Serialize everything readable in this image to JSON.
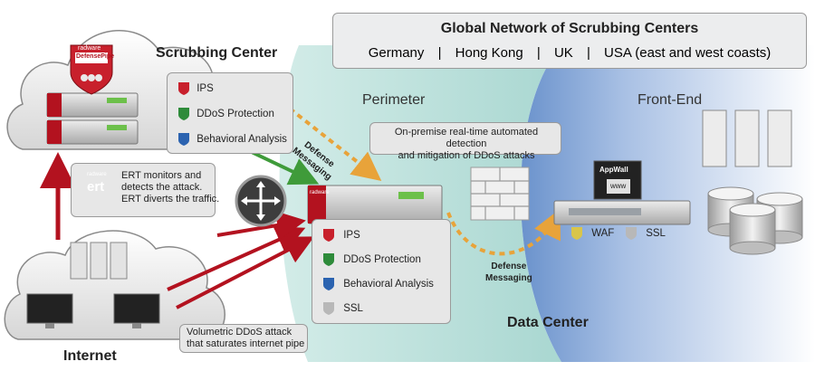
{
  "header": {
    "title": "Global Network of Scrubbing Centers",
    "locations": [
      "Germany",
      "|",
      "Hong Kong",
      "|",
      "UK",
      "|",
      "USA (east and west coasts)"
    ]
  },
  "scrubbing_center": {
    "title": "Scrubbing Center",
    "logo_top": "radware",
    "logo_product": "DefensePipe",
    "legend": [
      "IPS",
      "DDoS Protection",
      "Behavioral Analysis"
    ]
  },
  "ert": {
    "logo": "ert",
    "logo_brand": "radware",
    "note": [
      "ERT monitors and",
      "detects the attack.",
      "ERT diverts the traffic."
    ]
  },
  "internet": {
    "title": "Internet"
  },
  "volumetric": {
    "note": [
      "Volumetric DDoS attack",
      "that saturates internet pipe"
    ]
  },
  "perimeter": {
    "title": "Perimeter",
    "device_brand": "radware",
    "legend": [
      "IPS",
      "DDoS Protection",
      "Behavioral Analysis",
      "SSL"
    ]
  },
  "on_premise": {
    "note": [
      "On-premise real-time automated detection",
      "and mitigation of DDoS attacks"
    ]
  },
  "defense_messaging": {
    "top": [
      "Defense",
      "Messaging"
    ],
    "bottom": [
      "Defense",
      "Messaging"
    ]
  },
  "front_end": {
    "title": "Front-End",
    "appwall": "AppWall",
    "www": "www",
    "legend": [
      "WAF",
      "SSL"
    ]
  },
  "data_center": {
    "title": "Data Center"
  },
  "colors": {
    "arrow_red": "#b3121f",
    "green_path": "#3f9b3a",
    "orange_dash": "#e8a33a",
    "perimeter_teal": "#cfe9e6",
    "frontend_blue": "#7a9fd3",
    "shield_red": "#c8202c",
    "shield_green": "#2e8b3a",
    "shield_blue": "#2b63b0",
    "shield_gray": "#b8b8b8",
    "shield_yellow": "#d9c54a"
  }
}
